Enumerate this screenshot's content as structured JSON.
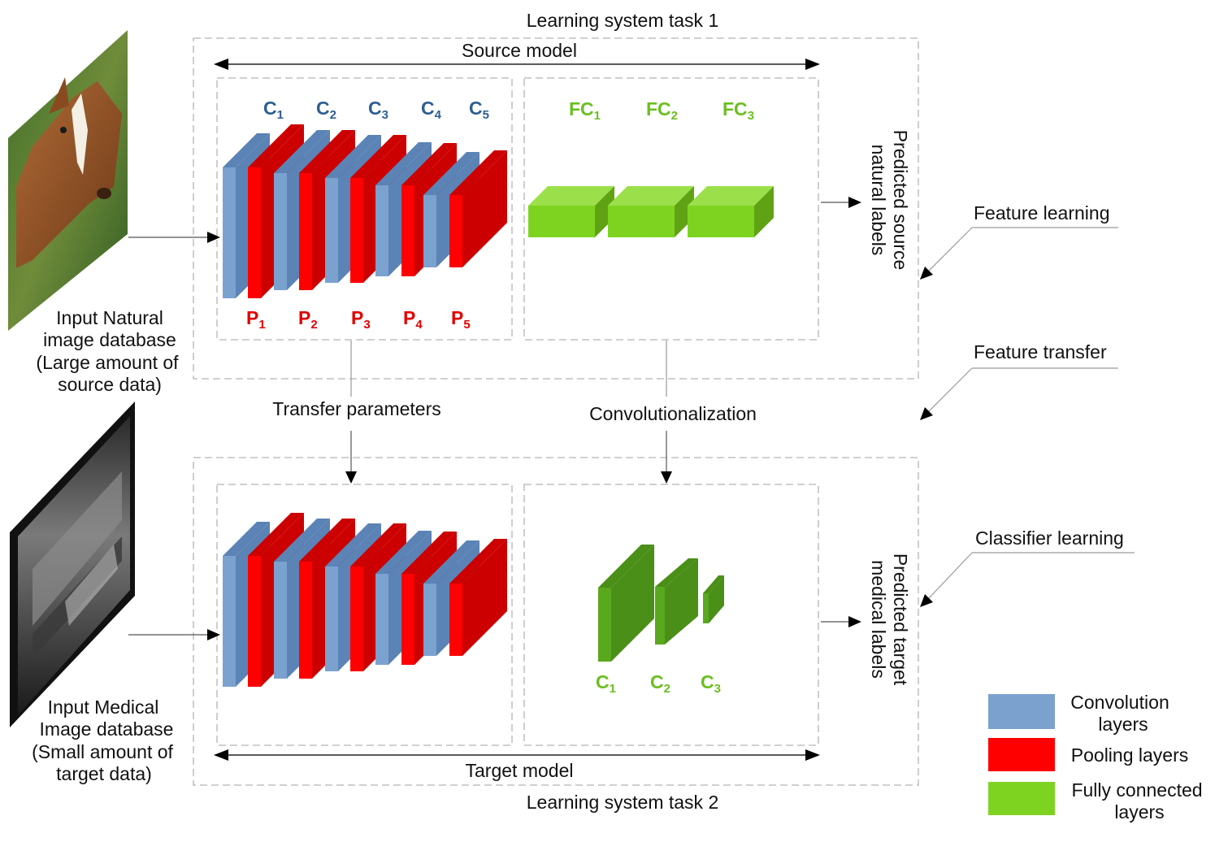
{
  "task1_title": "Learning system task 1",
  "task2_title": "Learning system task 2",
  "source_model_label": "Source model",
  "target_model_label": "Target model",
  "input_natural": [
    "Input Natural",
    "image database",
    "(Large amount of",
    "source data)"
  ],
  "input_medical": [
    "Input Medical",
    "Image database",
    "(Small amount of",
    "target data)"
  ],
  "transfer_parameters": "Transfer parameters",
  "convolutionalization": "Convolutionalization",
  "predicted_source": [
    "Predicted source",
    "natural labels"
  ],
  "predicted_target": [
    "Predicted target",
    "medical labels"
  ],
  "side_labels": {
    "feature_learning": "Feature learning",
    "feature_transfer": "Feature transfer",
    "classifier_learning": "Classifier learning"
  },
  "conv_labels": [
    {
      "main": "C",
      "sub": "1"
    },
    {
      "main": "C",
      "sub": "2"
    },
    {
      "main": "C",
      "sub": "3"
    },
    {
      "main": "C",
      "sub": "4"
    },
    {
      "main": "C",
      "sub": "5"
    }
  ],
  "pool_labels": [
    {
      "main": "P",
      "sub": "1"
    },
    {
      "main": "P",
      "sub": "2"
    },
    {
      "main": "P",
      "sub": "3"
    },
    {
      "main": "P",
      "sub": "4"
    },
    {
      "main": "P",
      "sub": "5"
    }
  ],
  "fc_labels": [
    {
      "main": "FC",
      "sub": "1"
    },
    {
      "main": "FC",
      "sub": "2"
    },
    {
      "main": "FC",
      "sub": "3"
    }
  ],
  "target_conv_labels": [
    {
      "main": "C",
      "sub": "1"
    },
    {
      "main": "C",
      "sub": "2"
    },
    {
      "main": "C",
      "sub": "3"
    }
  ],
  "legend": {
    "convolution": [
      "Convolution",
      "layers"
    ],
    "pooling": "Pooling layers",
    "fully_connected": [
      "Fully connected",
      "layers"
    ]
  },
  "colors": {
    "conv_front": "#7ba1cf",
    "conv_side": "#5b83b5",
    "pool_front": "#ff0000",
    "pool_side": "#cc0000",
    "fc_front": "#7ed321",
    "fc_top": "#9be04a",
    "fc_side": "#5fa315",
    "target_c_front": "#5aa81e",
    "target_c_side": "#4a8f17",
    "label_blue": "#2e5f91",
    "label_red": "#e00000",
    "label_green": "#6abf1f"
  },
  "images": {
    "natural": "horse-image",
    "medical": "ultrasound-image"
  }
}
